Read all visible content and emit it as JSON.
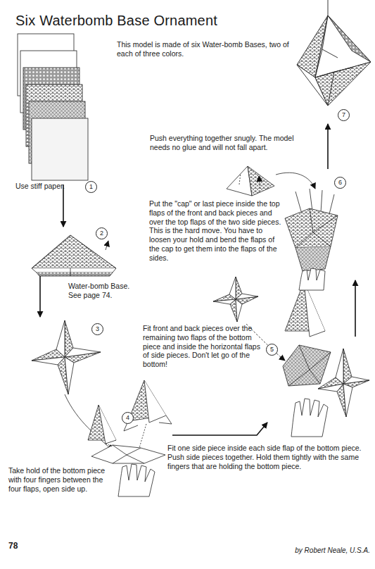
{
  "diagram": {
    "title": "Six Waterbomb Base Ornament",
    "labels": [
      "This model is made of six Water-bomb Bases, two of each of three colors.",
      "1",
      "Use stiff paper.",
      "2",
      "Water-bomb Base. See page 74.",
      "3",
      "4",
      "Take hold of the bottom piece with four fingers between the four flaps, open side up.",
      "Fit one side piece inside each side flap of the bottom piece. Push side pieces together. Hold them tightly with the same fingers that are holding the bottom piece.",
      "Fit front and back pieces over the remaining two flaps of the bottom piece and inside the horizontal flaps of side pieces. Don't let go of the bottom!",
      "5",
      "Put the \"cap\" or last piece inside the top flaps of the front and back pieces and over the top flaps of the two side pieces. This is the hard move. You have to loosen your hold and bend the flaps of the cap to get them into the flaps of the sides.",
      "6",
      "Push everything together snugly. The model needs no glue and will not fall apart.",
      "7",
      "78",
      "by Robert Neale, U.S.A."
    ]
  }
}
